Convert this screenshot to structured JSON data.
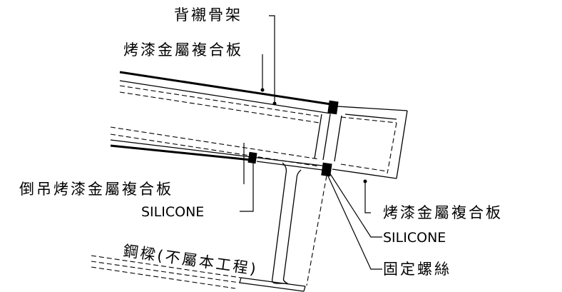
{
  "labels": {
    "top_frame": "背襯骨架",
    "top_panel": "烤漆金屬複合板",
    "soffit_panel": "倒吊烤漆金屬複合板",
    "silicone_left": "SILICONE",
    "right_panel": "烤漆金屬複合板",
    "silicone_right": "SILICONE",
    "fixing_screw": "固定螺絲",
    "steel_beam": "鋼樑(不屬本工程)"
  },
  "colors": {
    "line": "#000000",
    "background": "#ffffff"
  }
}
